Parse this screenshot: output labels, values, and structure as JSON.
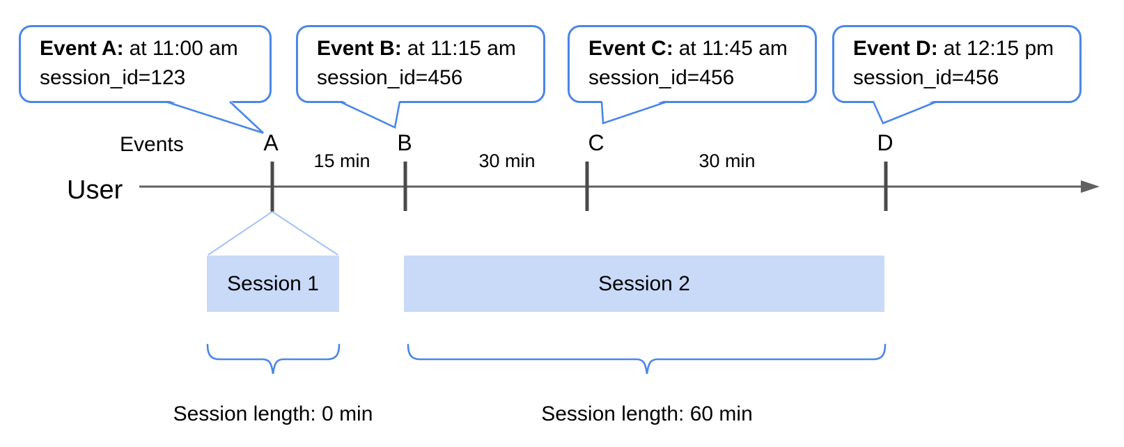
{
  "callouts": [
    {
      "bold": "Event A:",
      "detail": "at 11:00 am",
      "session": "session_id=123"
    },
    {
      "bold": "Event B:",
      "detail": "at 11:15 am",
      "session": "session_id=456"
    },
    {
      "bold": "Event C:",
      "detail": "at 11:45 am",
      "session": "session_id=456"
    },
    {
      "bold": "Event D:",
      "detail": "at 12:15 pm",
      "session": "session_id=456"
    }
  ],
  "timeline": {
    "row_label": "User",
    "events_label": "Events",
    "event_markers": [
      "A",
      "B",
      "C",
      "D"
    ],
    "intervals": [
      "15 min",
      "30 min",
      "30 min"
    ]
  },
  "sessions": [
    {
      "label": "Session 1",
      "length": "Session length: 0 min"
    },
    {
      "label": "Session 2",
      "length": "Session length: 60 min"
    }
  ],
  "colors": {
    "callout_border": "#4a86e8",
    "brace": "#4a86e8",
    "funnel": "#a4c2f4",
    "session_fill": "#c9daf8",
    "axis": "#616161",
    "tick": "#4a4a4a"
  }
}
